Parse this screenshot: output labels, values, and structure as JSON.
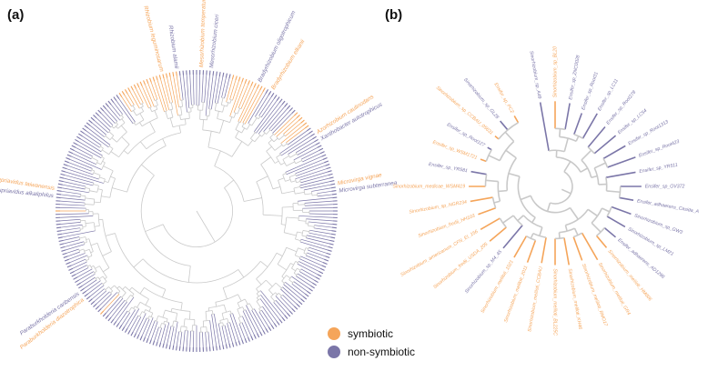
{
  "panels": [
    {
      "id": "a",
      "label": "(a)"
    },
    {
      "id": "b",
      "label": "(b)"
    }
  ],
  "colors": {
    "symbiotic": "#F5A55A",
    "non_symbiotic": "#7B76A8",
    "branch": "#C9C9C9"
  },
  "legend": [
    {
      "key": "symbiotic",
      "label": "symbiotic"
    },
    {
      "key": "non_symbiotic",
      "label": "non-symbiotic"
    }
  ],
  "tree_a_labels": [
    {
      "text": "Rhizobium leguminosarum",
      "status": "symbiotic"
    },
    {
      "text": "Rhizobium alamii",
      "status": "non_symbiotic"
    },
    {
      "text": "Mesorhizobium temperatum",
      "status": "symbiotic"
    },
    {
      "text": "Mesorhizobium ciceri",
      "status": "non_symbiotic"
    },
    {
      "text": "Bradyrhizobium oligotrophicum",
      "status": "non_symbiotic"
    },
    {
      "text": "Bradyrhizobium elkanii",
      "status": "symbiotic"
    },
    {
      "text": "Azorhizobium caulinodans",
      "status": "symbiotic"
    },
    {
      "text": "Xanthobacter autotrophicus",
      "status": "non_symbiotic"
    },
    {
      "text": "Microvirga vignae",
      "status": "symbiotic"
    },
    {
      "text": "Microvirga subterranea",
      "status": "non_symbiotic"
    },
    {
      "text": "Cupriavidus alkaliphilus",
      "status": "non_symbiotic"
    },
    {
      "text": "Cupriavidus taiwanensis",
      "status": "symbiotic"
    },
    {
      "text": "Paraburkholderia diazotrophica",
      "status": "symbiotic"
    },
    {
      "text": "Paraburkholderia caribensis",
      "status": "non_symbiotic"
    }
  ],
  "tree_b_labels": [
    {
      "text": "Sinorhizobium_sp_A49",
      "status": "non_symbiotic"
    },
    {
      "text": "Sinorhizobium_sp_BL20",
      "status": "symbiotic"
    },
    {
      "text": "Ensifer_sp_ZNC0028",
      "status": "non_symbiotic"
    },
    {
      "text": "Ensifer_sp_Root31",
      "status": "non_symbiotic"
    },
    {
      "text": "Ensifer_sp_LC11",
      "status": "non_symbiotic"
    },
    {
      "text": "Ensifer_sp_Root278",
      "status": "non_symbiotic"
    },
    {
      "text": "Ensifer_sp_LC54",
      "status": "non_symbiotic"
    },
    {
      "text": "Ensifer_sp_Root1313",
      "status": "non_symbiotic"
    },
    {
      "text": "Ensifer_sp_Root423",
      "status": "non_symbiotic"
    },
    {
      "text": "Ensifer_sp_YR511",
      "status": "non_symbiotic"
    },
    {
      "text": "Ensifer_sp_OV372",
      "status": "non_symbiotic"
    },
    {
      "text": "Ensifer_adhaerens_Casida_A",
      "status": "non_symbiotic"
    },
    {
      "text": "Sinorhizobium_sp_GW3",
      "status": "non_symbiotic"
    },
    {
      "text": "Sinorhizobium_sp_LM21",
      "status": "non_symbiotic"
    },
    {
      "text": "Ensifer_adhaerens_AD1286",
      "status": "non_symbiotic"
    },
    {
      "text": "Sinorhizobium_meliloti_HM006",
      "status": "symbiotic"
    },
    {
      "text": "Sinorhizobium_meliloti_GR4",
      "status": "symbiotic"
    },
    {
      "text": "Sinorhizobium_meliloti_RMO17",
      "status": "symbiotic"
    },
    {
      "text": "Sinorhizobium_meliloti_KH46",
      "status": "symbiotic"
    },
    {
      "text": "Sinorhizobium_meliloti_BL225C",
      "status": "symbiotic"
    },
    {
      "text": "Sinorhizobium_meliloti_CCBAU",
      "status": "symbiotic"
    },
    {
      "text": "Sinorhizobium_meliloti_2011",
      "status": "symbiotic"
    },
    {
      "text": "Sinorhizobium_meliloti_1021",
      "status": "symbiotic"
    },
    {
      "text": "Sinorhizobium_sp_M4_45",
      "status": "non_symbiotic"
    },
    {
      "text": "Sinorhizobium_fredii_USDA_205",
      "status": "symbiotic"
    },
    {
      "text": "Sinorhizobium_americanum_CFN_EI_156",
      "status": "symbiotic"
    },
    {
      "text": "Sinorhizobium_fredii_HH103",
      "status": "symbiotic"
    },
    {
      "text": "Sinorhizobium_sp_NGR234",
      "status": "symbiotic"
    },
    {
      "text": "Sinorhizobium_medicae_WSM419",
      "status": "symbiotic"
    },
    {
      "text": "Ensifer_sp_YR581",
      "status": "non_symbiotic"
    },
    {
      "text": "Ensifer_sp_WSM1721",
      "status": "symbiotic"
    },
    {
      "text": "Ensifer_sp_Root127",
      "status": "non_symbiotic"
    },
    {
      "text": "Sinorhizobium_sp_CCBAU_05631",
      "status": "symbiotic"
    },
    {
      "text": "Sinorhizobium_sp_GL28",
      "status": "non_symbiotic"
    },
    {
      "text": "Ensifer_sp_PC2",
      "status": "symbiotic"
    }
  ]
}
